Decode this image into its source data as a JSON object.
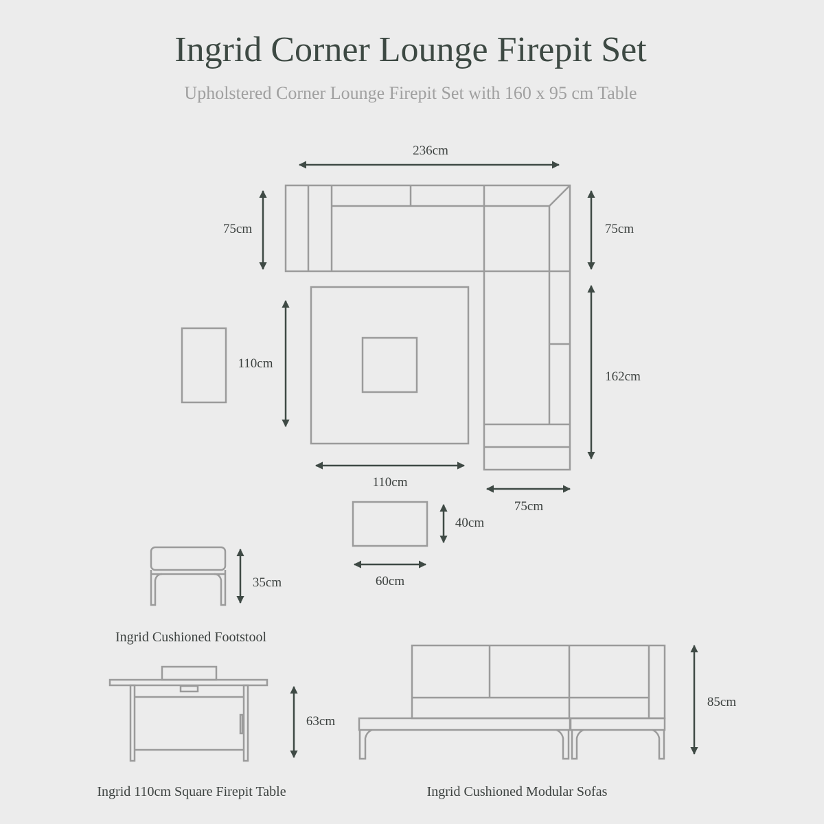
{
  "header": {
    "title": "Ingrid Corner Lounge Firepit Set",
    "subtitle": "Upholstered Corner Lounge Firepit Set with 160 x 95 cm Table"
  },
  "dimensions": {
    "overall_width": "236cm",
    "left_depth": "75cm",
    "right_depth": "75cm",
    "right_length": "162cm",
    "table_depth": "110cm",
    "table_width": "110cm",
    "chaise_width": "75cm",
    "footstool_depth": "40cm",
    "footstool_width": "60cm",
    "footstool_height": "35cm",
    "table_height": "63cm",
    "sofa_height": "85cm"
  },
  "captions": {
    "footstool": "Ingrid Cushioned Footstool",
    "table": "Ingrid 110cm Square Firepit Table",
    "sofas": "Ingrid Cushioned Modular Sofas"
  },
  "colors": {
    "background": "#ececec",
    "title": "#3d4943",
    "line": "#9b9b9b",
    "arrow": "#3f4a45"
  }
}
